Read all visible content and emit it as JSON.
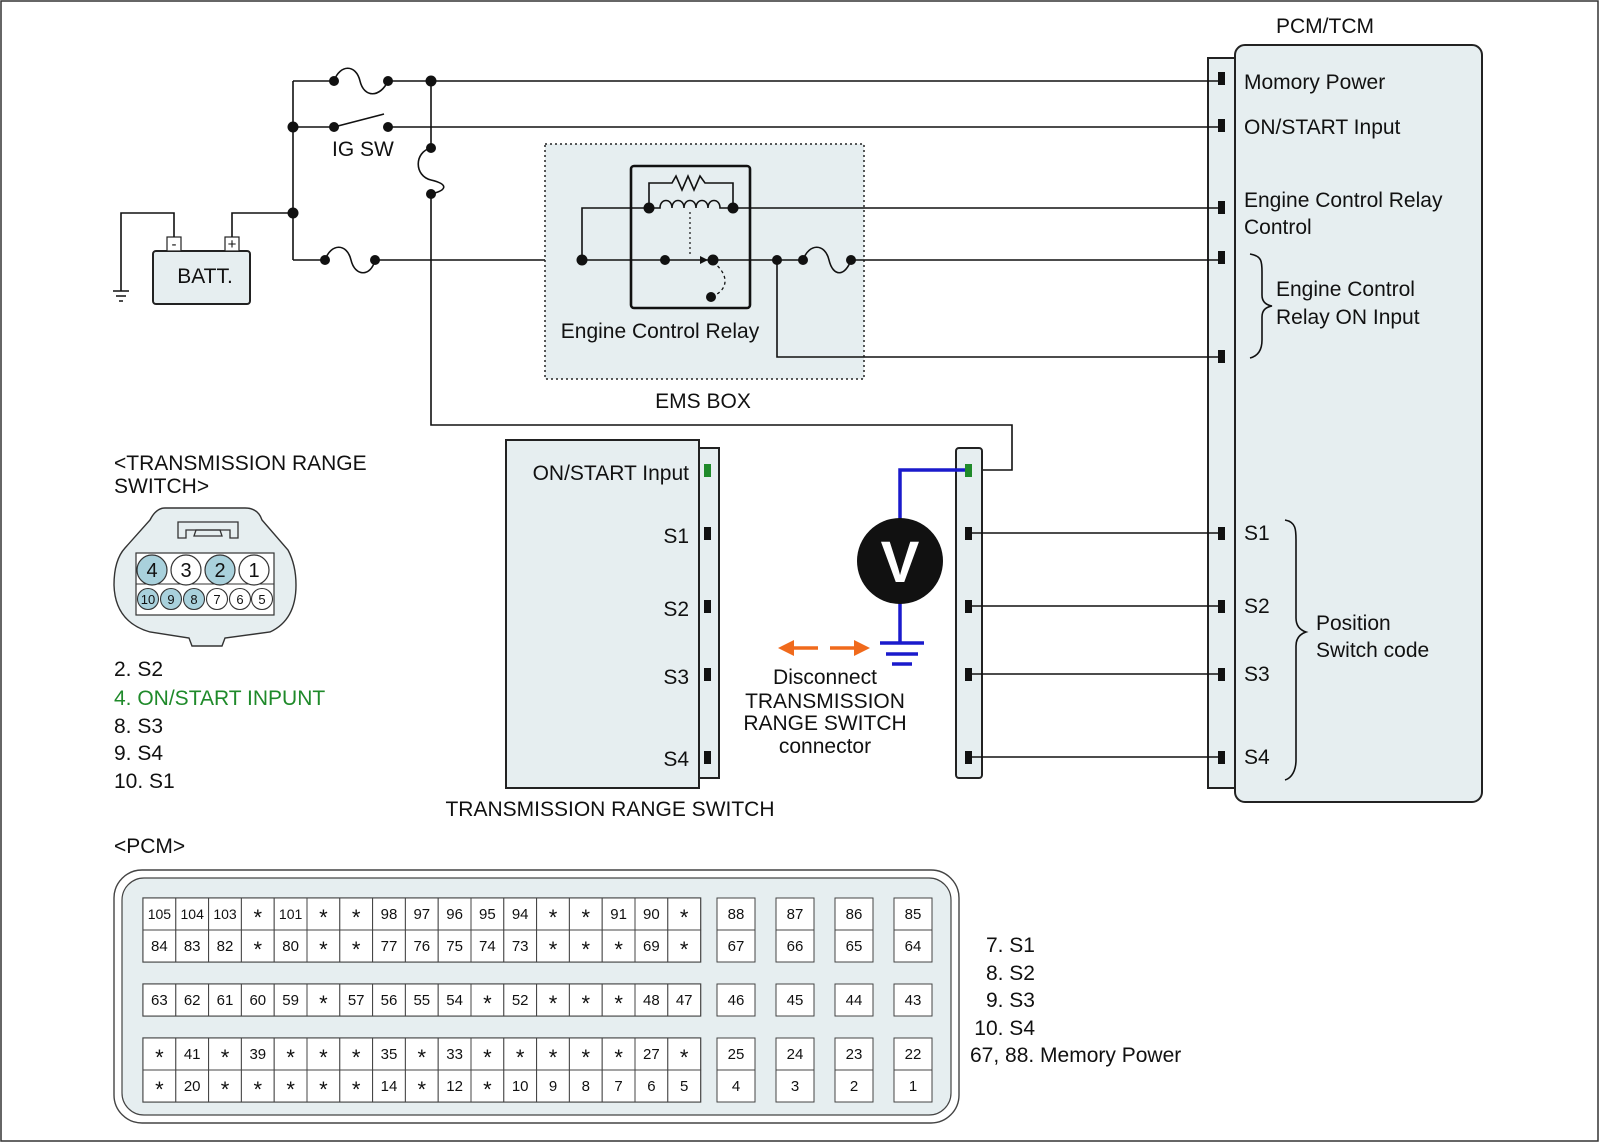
{
  "pcm_tcm": {
    "title": "PCM/TCM",
    "memory_power": "Momory Power",
    "on_start_input": "ON/START Input",
    "ecr_control_1": "Engine Control Relay",
    "ecr_control_2": "Control",
    "ecr_on_1": "Engine Control",
    "ecr_on_2": "Relay ON Input",
    "s1": "S1",
    "s2": "S2",
    "s3": "S3",
    "s4": "S4",
    "position_1": "Position",
    "position_2": "Switch code"
  },
  "battery": {
    "label": "BATT.",
    "minus": "-",
    "plus": "+"
  },
  "ig_sw": "IG SW",
  "ems": {
    "relay_label": "Engine Control Relay",
    "box_label": "EMS BOX"
  },
  "trs_module": {
    "title": "TRANSMISSION RANGE SWITCH",
    "on_start": "ON/START Input",
    "s1": "S1",
    "s2": "S2",
    "s3": "S3",
    "s4": "S4"
  },
  "voltmeter": {
    "symbol": "V"
  },
  "disconnect": {
    "line1": "Disconnect",
    "line2": "TRANSMISSION",
    "line3": "RANGE SWITCH",
    "line4": "connector"
  },
  "trs_connector": {
    "title1": "<TRANSMISSION RANGE",
    "title2": "SWITCH>",
    "top_pins": [
      "4",
      "3",
      "2",
      "1"
    ],
    "bottom_pins": [
      "10",
      "9",
      "8",
      "7",
      "6",
      "5"
    ],
    "legend": [
      {
        "text": "2. S2",
        "color": "#111111"
      },
      {
        "text": "4. ON/START INPUNT",
        "color": "#1f8a2a"
      },
      {
        "text": "8. S3",
        "color": "#111111"
      },
      {
        "text": "9. S4",
        "color": "#111111"
      },
      {
        "text": "10. S1",
        "color": "#111111"
      }
    ]
  },
  "pcm_connector": {
    "title": "<PCM>",
    "rows": [
      [
        "105",
        "104",
        "103",
        "*",
        "101",
        "*",
        "*",
        "98",
        "97",
        "96",
        "95",
        "94",
        "*",
        "*",
        "91",
        "90",
        "*"
      ],
      [
        "84",
        "83",
        "82",
        "*",
        "80",
        "*",
        "*",
        "77",
        "76",
        "75",
        "74",
        "73",
        "*",
        "*",
        "*",
        "69",
        "*"
      ],
      [
        "63",
        "62",
        "61",
        "60",
        "59",
        "*",
        "57",
        "56",
        "55",
        "54",
        "*",
        "52",
        "*",
        "*",
        "*",
        "48",
        "47"
      ],
      [
        "*",
        "41",
        "*",
        "39",
        "*",
        "*",
        "*",
        "35",
        "*",
        "33",
        "*",
        "*",
        "*",
        "*",
        "*",
        "27",
        "*"
      ],
      [
        "*",
        "20",
        "*",
        "*",
        "*",
        "*",
        "*",
        "14",
        "*",
        "12",
        "*",
        "10",
        "9",
        "8",
        "7",
        "6",
        "5"
      ]
    ],
    "side_rows": [
      [
        "88",
        "87",
        "86",
        "85"
      ],
      [
        "67",
        "66",
        "65",
        "64"
      ],
      [
        "46",
        "45",
        "44",
        "43"
      ],
      [
        "25",
        "24",
        "23",
        "22"
      ],
      [
        "4",
        "3",
        "2",
        "1"
      ]
    ],
    "legend": [
      "7. S1",
      "8. S2",
      "9. S3",
      "10. S4",
      "67, 88. Memory Power"
    ]
  },
  "colors": {
    "panel_fill": "#e6eef0",
    "probe_wire": "#1a1acc",
    "on_start_pin": "#1f8a2a",
    "arrow": "#f06a1c",
    "highlight_pin": "#a9d1dc"
  }
}
